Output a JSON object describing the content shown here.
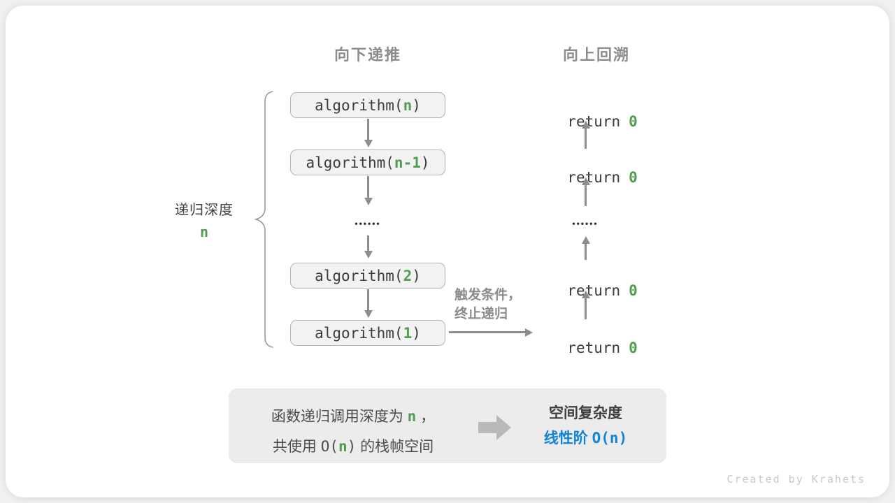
{
  "colors": {
    "accent_green": "#4f9e52",
    "accent_blue": "#1283d6",
    "gray_label": "#8c8c8c",
    "dark_text": "#3b3b3b",
    "box_fill": "#f2f2f2",
    "box_border": "#b4b4b4",
    "arrow_gray": "#8d8d8d",
    "panel_fill": "#ececec"
  },
  "headers": {
    "down": "向下递推",
    "up": "向上回溯"
  },
  "depth": {
    "label": "递归深度",
    "value": "n"
  },
  "stack": [
    {
      "prefix": "algorithm(",
      "arg": "n",
      "suffix": ")"
    },
    {
      "prefix": "algorithm(",
      "arg": "n-1",
      "suffix": ")"
    },
    {
      "prefix": "algorithm(",
      "arg": "2",
      "suffix": ")"
    },
    {
      "prefix": "algorithm(",
      "arg": "1",
      "suffix": ")"
    }
  ],
  "dots": "••••••",
  "returns": [
    {
      "keyword": "return",
      "value": "0"
    },
    {
      "keyword": "return",
      "value": "0"
    },
    {
      "keyword": "return",
      "value": "0"
    },
    {
      "keyword": "return",
      "value": "0"
    }
  ],
  "trigger": {
    "line1": "触发条件，",
    "line2": "终止递归"
  },
  "summary": {
    "left": {
      "l1_pre": "函数递归调用深度为 ",
      "l1_var": "n",
      "l1_post": " ，",
      "l2_pre": "共使用 ",
      "l2_o": "O(",
      "l2_var": "n",
      "l2_c": ")",
      "l2_post": " 的栈帧空间"
    },
    "right": {
      "title": "空间复杂度",
      "result_zh": "线性阶 ",
      "result_o": "O(",
      "result_var": "n",
      "result_c": ")"
    }
  },
  "footer": {
    "credit": "Created by Krahets"
  }
}
